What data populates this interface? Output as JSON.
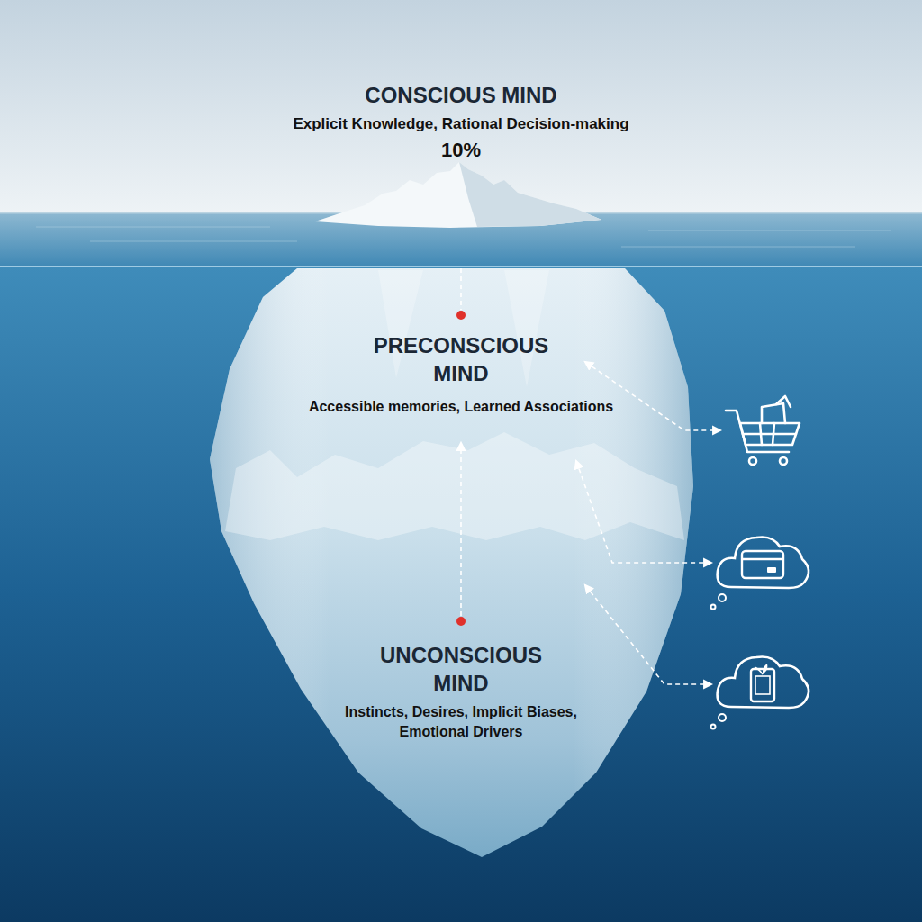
{
  "diagram": {
    "labels": [
      "CONSCIOUS MIND",
      "Explicit Knowledge, Rational Decision-making",
      "10%",
      "PRECONSCIOUS MIND",
      "Accessible memories, Learned Associations",
      "UNCONSCIOUS MIND",
      "Instincts, Desires, Implicit Biases, Emotional Drivers"
    ]
  }
}
